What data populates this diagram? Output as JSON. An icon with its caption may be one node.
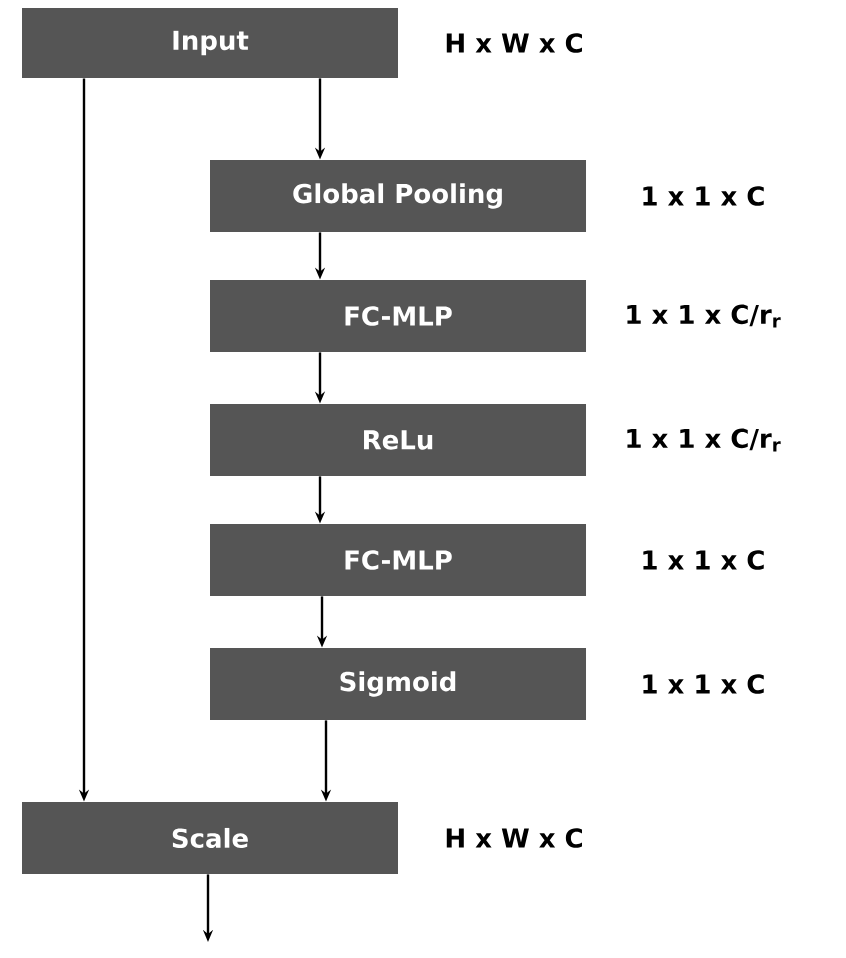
{
  "diagram": {
    "nodes": [
      {
        "text": [
          "Input"
        ],
        "beside": [
          "H x W x C"
        ]
      },
      {
        "text": [
          "Global Pooling"
        ],
        "beside": [
          "1 x 1 x C"
        ]
      },
      {
        "text": [
          "FC-MLP"
        ],
        "beside": [
          "1 x 1 x C/r$_{r}$"
        ]
      },
      {
        "text": [
          "ReLu"
        ],
        "beside": [
          "1 x 1 x C/r$_{r}$"
        ]
      },
      {
        "text": [
          "FC-MLP"
        ],
        "beside": [
          "1 x 1 x C"
        ]
      },
      {
        "text": [
          "Sigmoid"
        ],
        "beside": [
          "1 x 1 x C"
        ]
      },
      {
        "text": [
          "Scale"
        ],
        "beside": [
          "H x W x C"
        ]
      }
    ],
    "edges": [
      {
        "from": 0,
        "to": 1,
        "arrow": "to"
      },
      {
        "from": 1,
        "to": 2,
        "arrow": "to"
      },
      {
        "from": 2,
        "to": 3,
        "arrow": "to"
      },
      {
        "from": 3,
        "to": 4,
        "arrow": "to"
      },
      {
        "from": 4,
        "to": 5,
        "arrow": "to"
      },
      {
        "from": 5,
        "to": 6,
        "arrow": "to"
      },
      {
        "from": 0,
        "to": 6,
        "arrow": "to"
      },
      {
        "from": 6,
        "to": null,
        "arrow": "to"
      }
    ]
  }
}
